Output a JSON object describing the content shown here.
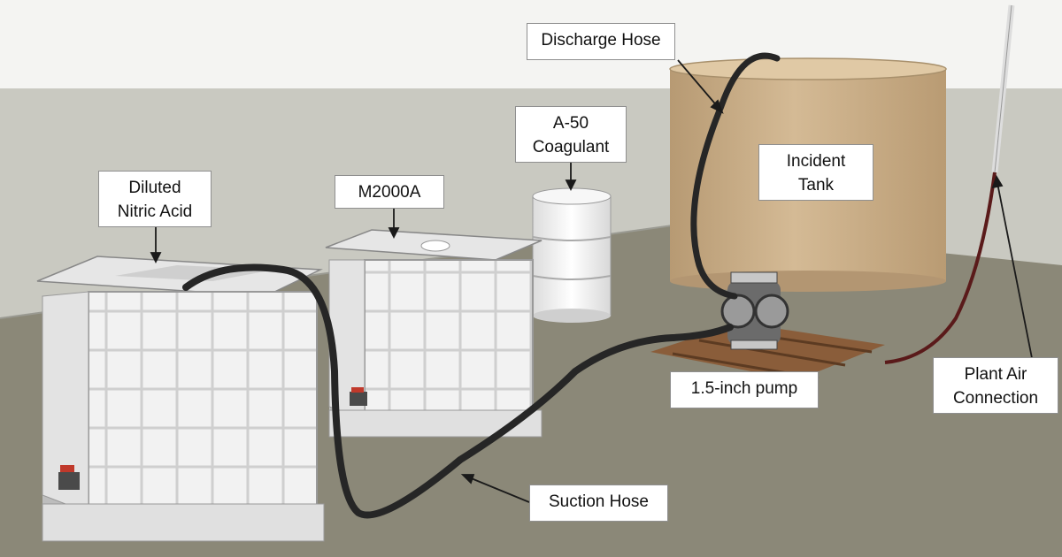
{
  "labels": {
    "discharge_hose": "Discharge Hose",
    "a50_coagulant": "A-50\nCoagulant",
    "incident_tank": "Incident\nTank",
    "diluted_nitric_acid": "Diluted\nNitric Acid",
    "m2000a": "M2000A",
    "plant_air_connection": "Plant Air\nConnection",
    "pump": "1.5-inch pump",
    "suction_hose": "Suction Hose"
  },
  "colors": {
    "wall": "#c9c9c1",
    "floor": "#8b8878",
    "tank": "#cbb08a",
    "tote": "#eeeeee",
    "hose": "#262626",
    "pallet": "#7a5234",
    "valve_red": "#c0392b"
  }
}
